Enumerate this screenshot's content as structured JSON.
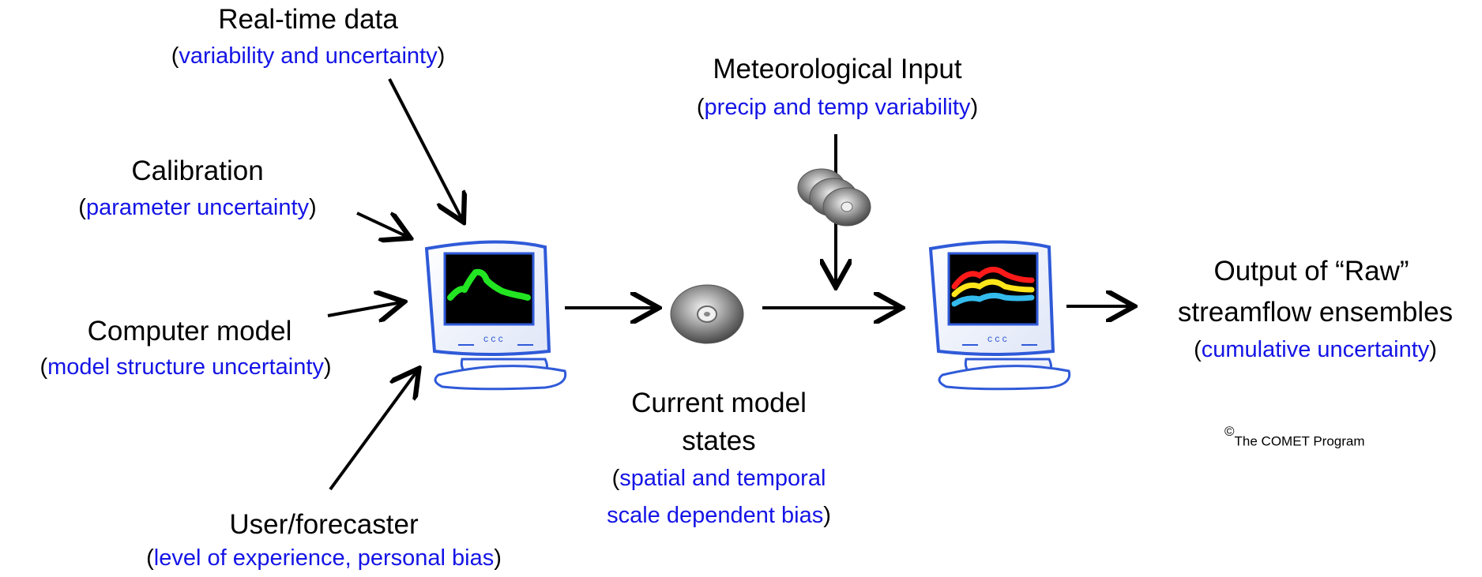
{
  "inputs": {
    "realtime": {
      "title": "Real-time data",
      "detail": "variability and uncertainty"
    },
    "calibration": {
      "title": "Calibration",
      "detail": "parameter uncertainty"
    },
    "model": {
      "title": "Computer model",
      "detail": "model structure uncertainty"
    },
    "user": {
      "title": "User/forecaster",
      "detail": "level of experience, personal bias"
    }
  },
  "met": {
    "title": "Meteorological Input",
    "detail": "precip and temp variability"
  },
  "states": {
    "line1": "Current model",
    "line2": "states",
    "detail1": "spatial and temporal",
    "detail2": "scale dependent bias"
  },
  "output": {
    "line1": "Output of “Raw”",
    "line2": "streamflow ensembles",
    "detail": "cumulative uncertainty"
  },
  "credit": {
    "symbol": "©",
    "text": "The COMET Program"
  },
  "colors": {
    "detail_text": "#1414e6",
    "monitor_blue": "#2f5ad8",
    "curve_green": "#22e622",
    "ens_red": "#ff1a1a",
    "ens_yellow": "#ffe61a",
    "ens_cyan": "#33bbee"
  },
  "icons": [
    "monitor-icon",
    "disc-icon",
    "disc-stack-icon",
    "arrow-icon"
  ]
}
